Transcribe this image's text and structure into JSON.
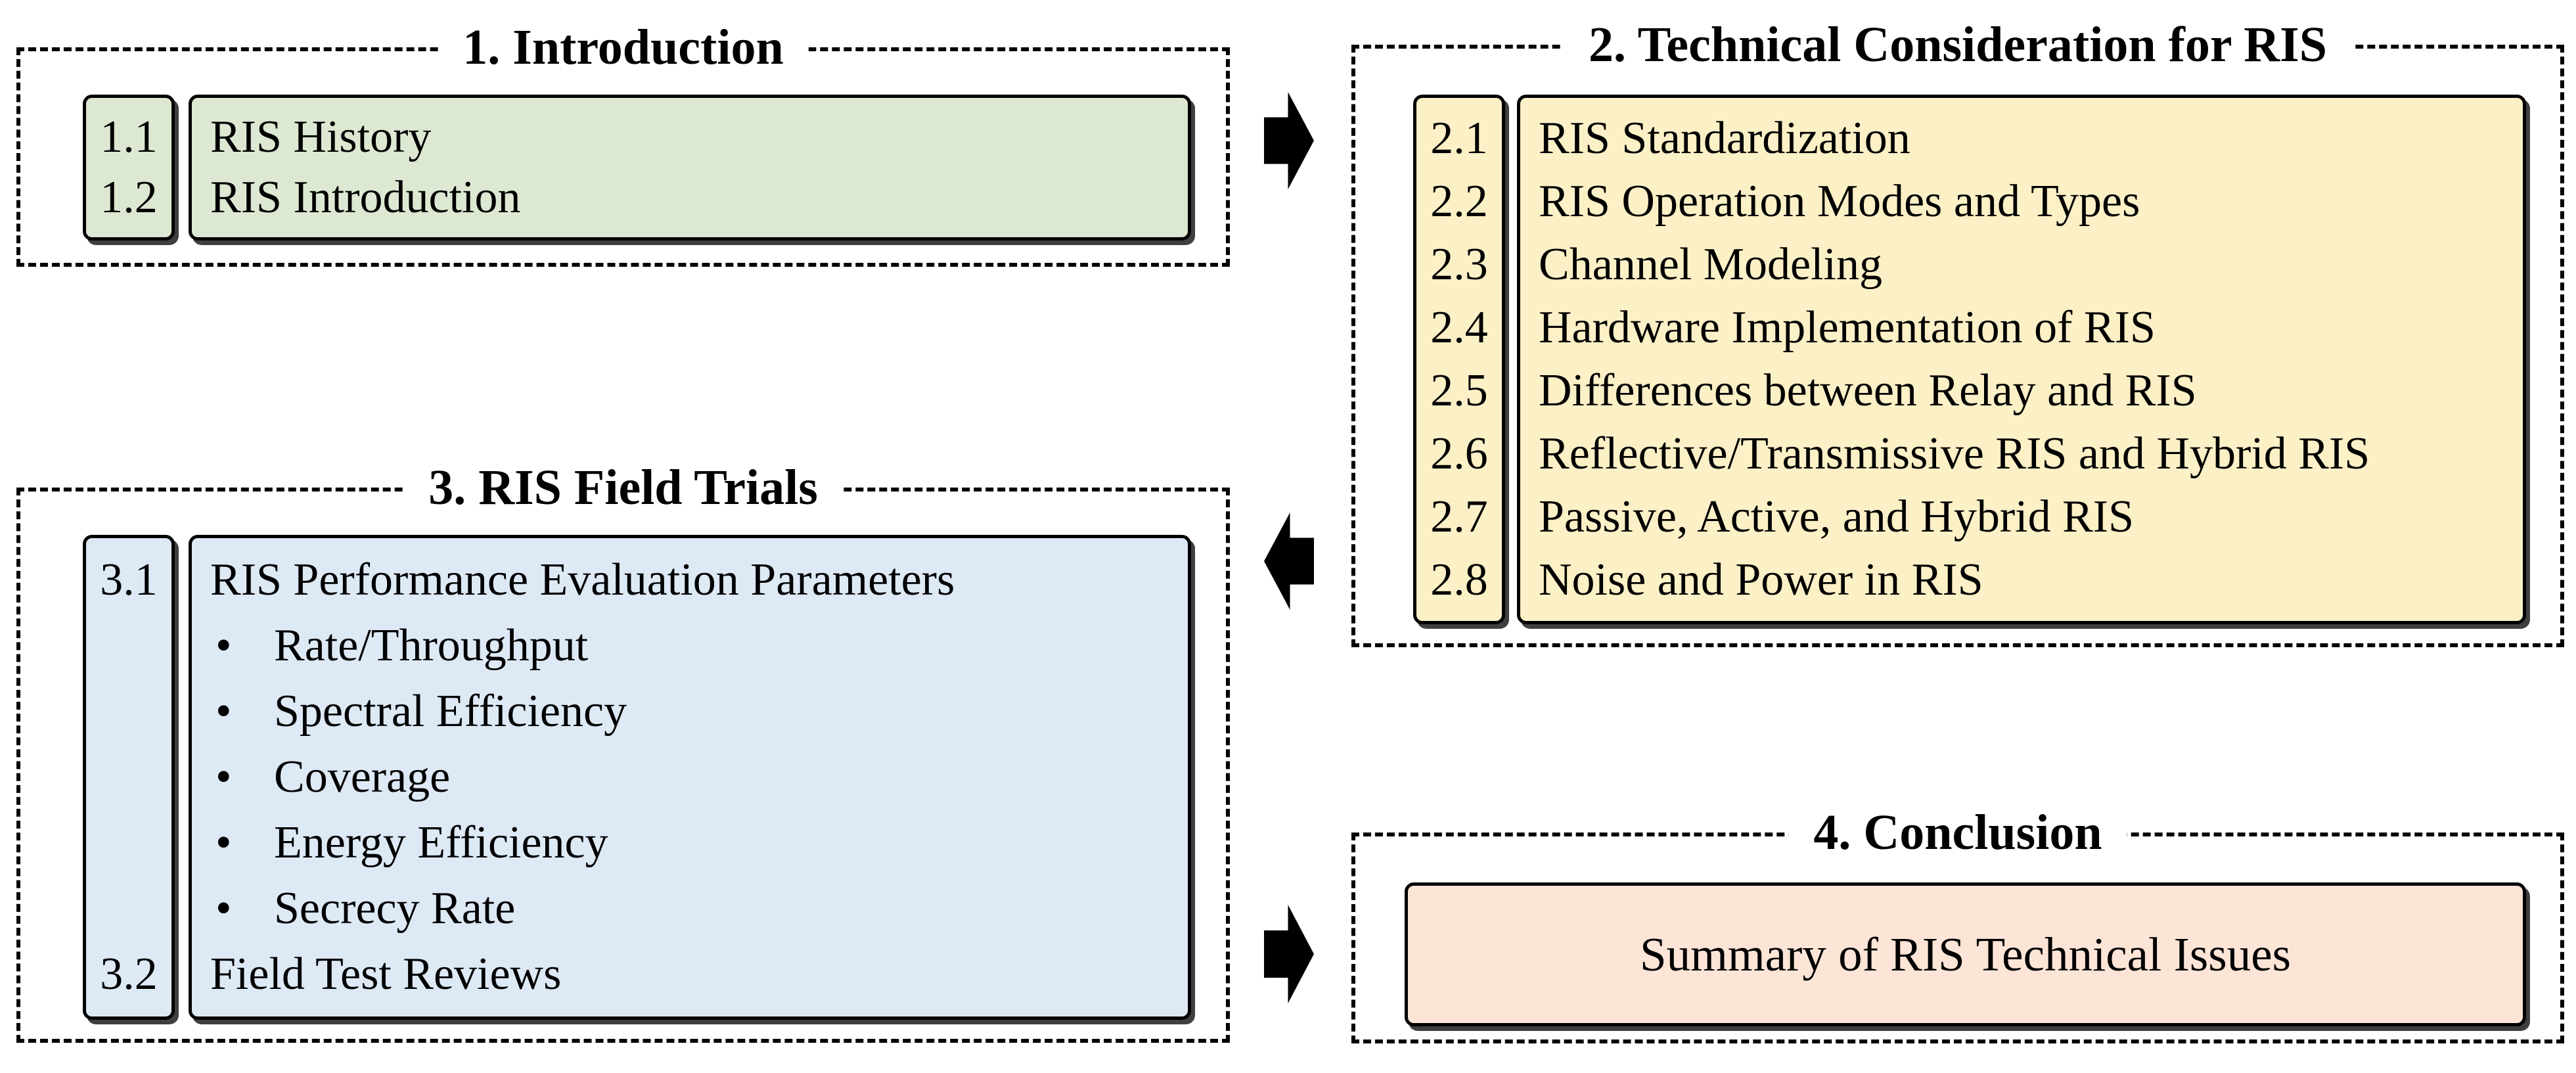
{
  "figure": {
    "background": "#ffffff",
    "line_color": "#000000",
    "text_color": "#000000"
  },
  "sections": [
    {
      "title": "1. Introduction",
      "fill": "#dde8d2",
      "items": [
        {
          "num": "1.1",
          "text": "RIS History"
        },
        {
          "num": "1.2",
          "text": "RIS Introduction"
        }
      ]
    },
    {
      "title": "2. Technical Consideration for RIS",
      "fill": "#fbf0c6",
      "items": [
        {
          "num": "2.1",
          "text": "RIS Standardization"
        },
        {
          "num": "2.2",
          "text": "RIS Operation Modes and Types"
        },
        {
          "num": "2.3",
          "text": "Channel Modeling"
        },
        {
          "num": "2.4",
          "text": "Hardware Implementation of RIS"
        },
        {
          "num": "2.5",
          "text": "Differences between Relay and RIS"
        },
        {
          "num": "2.6",
          "text": "Reflective/Transmissive RIS and Hybrid RIS"
        },
        {
          "num": "2.7",
          "text": "Passive, Active, and Hybrid RIS"
        },
        {
          "num": "2.8",
          "text": "Noise and Power in RIS"
        }
      ]
    },
    {
      "title": "3. RIS Field Trials",
      "fill": "#dde9f5",
      "items": [
        {
          "num": "3.1",
          "text": "RIS Performance Evaluation Parameters"
        },
        {
          "marker": "•",
          "text": "Rate/Throughput"
        },
        {
          "marker": "•",
          "text": "Spectral Efficiency"
        },
        {
          "marker": "•",
          "text": "Coverage"
        },
        {
          "marker": "•",
          "text": "Energy Efficiency"
        },
        {
          "marker": "•",
          "text": "Secrecy Rate"
        },
        {
          "num": "3.2",
          "text": "Field Test Reviews"
        }
      ]
    },
    {
      "title": "4. Conclusion",
      "fill": "#fce5d7",
      "summary": "Summary of RIS Technical Issues"
    }
  ],
  "arrows": [
    {
      "direction": "right"
    },
    {
      "direction": "left"
    },
    {
      "direction": "right"
    }
  ]
}
